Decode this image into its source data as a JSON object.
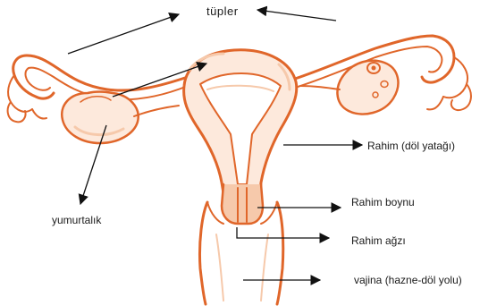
{
  "labels": {
    "tubes": "tüpler",
    "uterus": "Rahim (döl yatağı)",
    "cervix": "Rahim boynu",
    "cervix_opening": "Rahim ağzı",
    "vagina": "vajina (hazne-döl yolu)",
    "ovary": "yumurtalık"
  },
  "colors": {
    "organ_outline": "#e0662a",
    "organ_fill": "#fde9dc",
    "organ_shade": "#f6c9ab",
    "arrow": "#111111",
    "text": "#1a1a1a"
  }
}
